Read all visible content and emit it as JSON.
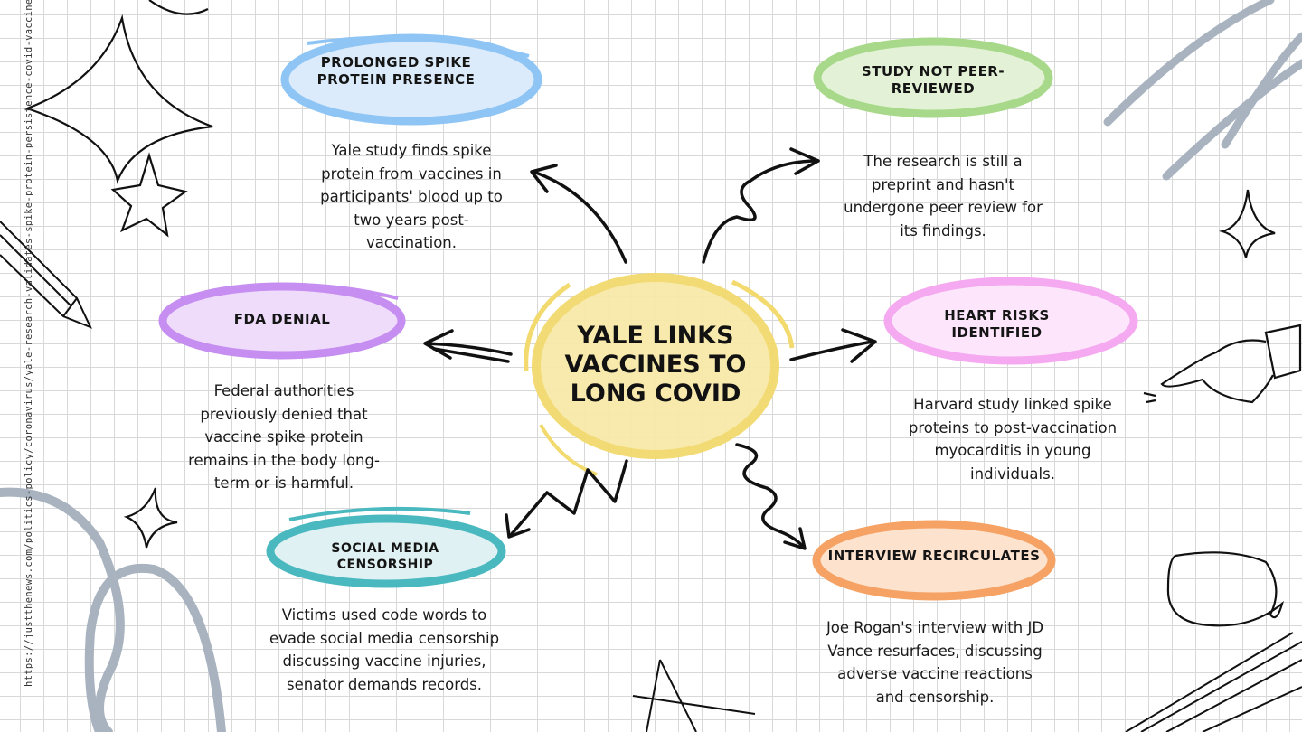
{
  "central": {
    "title": "Yale Links Vaccines To Long Covid"
  },
  "source_url": "https://justthenews.com/politics-policy/coronavirus/yale-research-validates-spike-protein-persistence-covid-vaccines-injury#article",
  "branches": [
    {
      "id": "spike",
      "title": "Prolonged Spike Protein Presence",
      "color": "#8ec5f5",
      "description": "Yale study finds spike protein from vaccines in participants' blood up to two years post-vaccination."
    },
    {
      "id": "peer",
      "title": "Study Not Peer-Reviewed",
      "color": "#a8d98a",
      "description": "The research is still a preprint and hasn't undergone peer review for its findings."
    },
    {
      "id": "fda",
      "title": "FDA Denial",
      "color": "#c58ef0",
      "description": "Federal authorities previously denied that vaccine spike protein remains in the body long-term or is harmful."
    },
    {
      "id": "heart",
      "title": "Heart Risks Identified",
      "color": "#f5a9f0",
      "description": "Harvard study linked spike proteins to post-vaccination myocarditis in young individuals."
    },
    {
      "id": "censor",
      "title": "Social Media Censorship",
      "color": "#4ab8bf",
      "description": "Victims used code words to evade social media censorship discussing vaccine injuries, senator demands records."
    },
    {
      "id": "interview",
      "title": "Interview Recirculates",
      "color": "#f5a264",
      "description": "Joe Rogan's interview with JD Vance resurfaces, discussing adverse vaccine reactions and censorship."
    }
  ]
}
